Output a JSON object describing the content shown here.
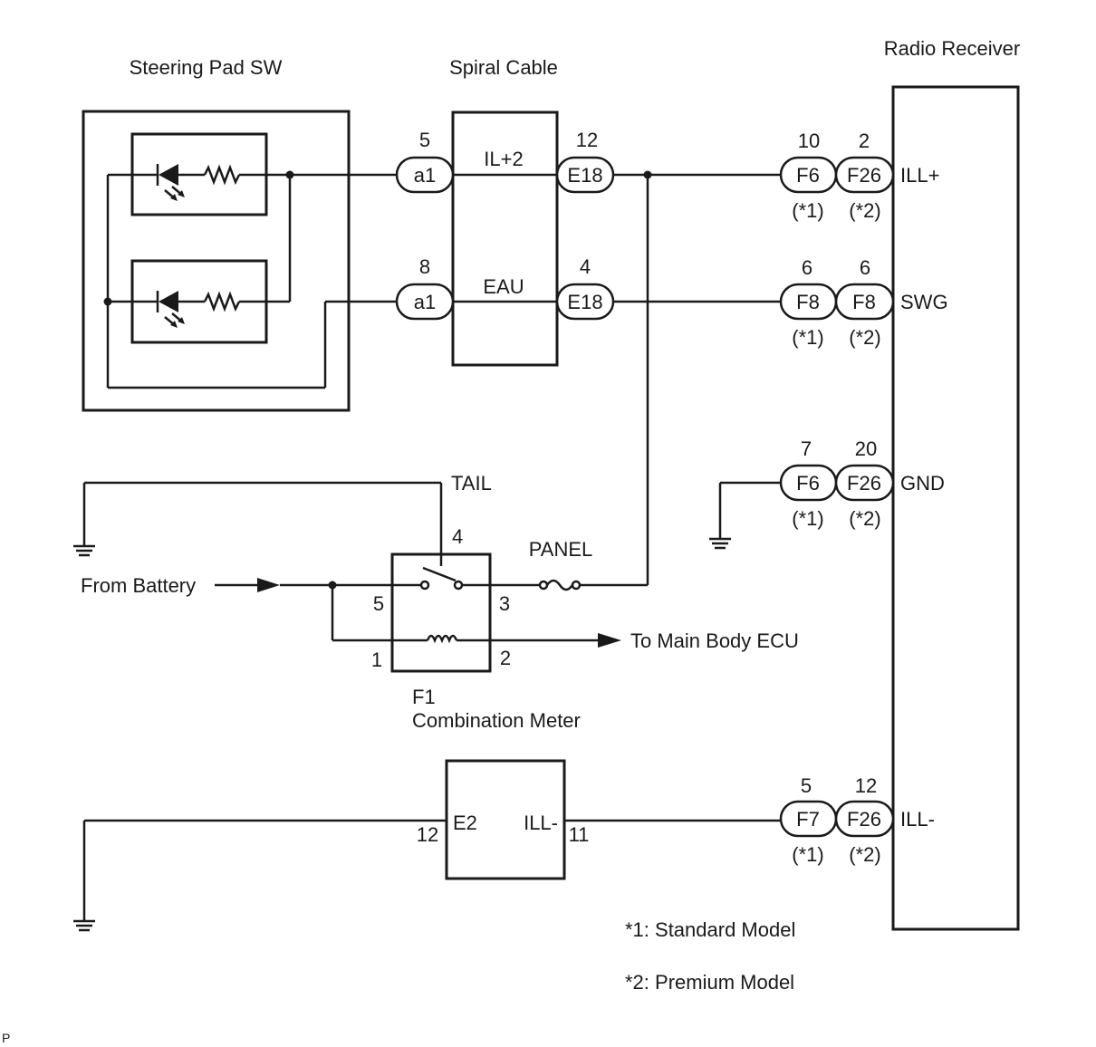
{
  "components": {
    "steering_pad_sw": "Steering Pad SW",
    "spiral_cable": "Spiral Cable",
    "radio_receiver": "Radio Receiver",
    "combination_meter_code": "F1",
    "combination_meter": "Combination Meter"
  },
  "spiral_cable": {
    "pin_il_left": "5",
    "conn_il_left": "a1",
    "pin_il_right": "12",
    "conn_il_right": "E18",
    "signal_il": "IL+2",
    "pin_eau_left": "8",
    "conn_eau_left": "a1",
    "pin_eau_right": "4",
    "conn_eau_right": "E18",
    "signal_eau": "EAU"
  },
  "receiver_rows": [
    {
      "pin1": "10",
      "conn1": "F6",
      "pin2": "2",
      "conn2": "F26",
      "signal": "ILL+",
      "note1": "(*1)",
      "note2": "(*2)"
    },
    {
      "pin1": "6",
      "conn1": "F8",
      "pin2": "6",
      "conn2": "F8",
      "signal": "SWG",
      "note1": "(*1)",
      "note2": "(*2)"
    },
    {
      "pin1": "7",
      "conn1": "F6",
      "pin2": "20",
      "conn2": "F26",
      "signal": "GND",
      "note1": "(*1)",
      "note2": "(*2)"
    },
    {
      "pin1": "5",
      "conn1": "F7",
      "pin2": "12",
      "conn2": "F26",
      "signal": "ILL-",
      "note1": "(*1)",
      "note2": "(*2)"
    }
  ],
  "relay": {
    "tail": "TAIL",
    "panel": "PANEL",
    "pin4": "4",
    "pin5": "5",
    "pin3": "3",
    "pin1": "1",
    "pin2": "2",
    "from_battery": "From Battery",
    "to_main_body_ecu": "To Main Body ECU"
  },
  "meter_block": {
    "e2": "E2",
    "ill_minus": "ILL-",
    "pin12": "12",
    "pin11": "11"
  },
  "notes": {
    "note1": "*1: Standard Model",
    "note2": "*2: Premium Model"
  },
  "corner_mark": "P"
}
